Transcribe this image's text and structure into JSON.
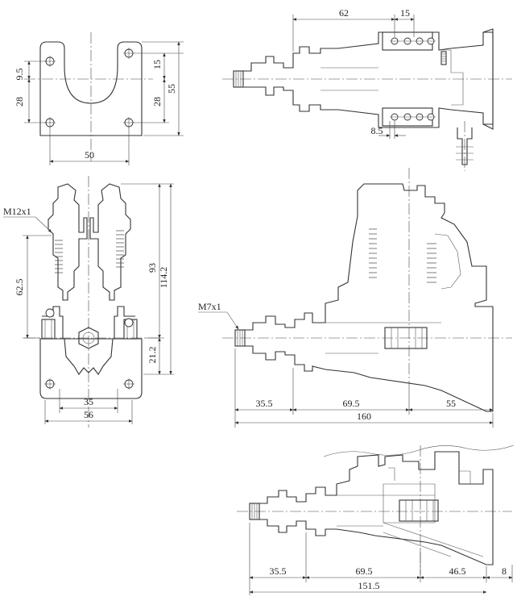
{
  "labels": {
    "thread_m12": "M12x1",
    "thread_m7": "M7x1"
  },
  "dimensions": {
    "bracket_hole_offset": "9.5",
    "bracket_lower_spacing": "28",
    "bracket_right_upper": "15",
    "bracket_right_lower": "28",
    "bracket_height": "55",
    "bracket_width": "50",
    "top_right_length": "62",
    "top_right_flange": "15",
    "top_right_small": "8.5",
    "front_left_height": "62.5",
    "front_right_93": "93",
    "front_right_total": "114.2",
    "front_right_lower": "21.2",
    "front_bottom_inner": "35",
    "front_bottom_outer": "56",
    "side_a": "35.5",
    "side_b": "69.5",
    "side_c": "55",
    "side_total": "160",
    "low_a": "35.5",
    "low_b": "69.5",
    "low_c": "46.5",
    "low_d": "8",
    "low_total": "151.5"
  }
}
